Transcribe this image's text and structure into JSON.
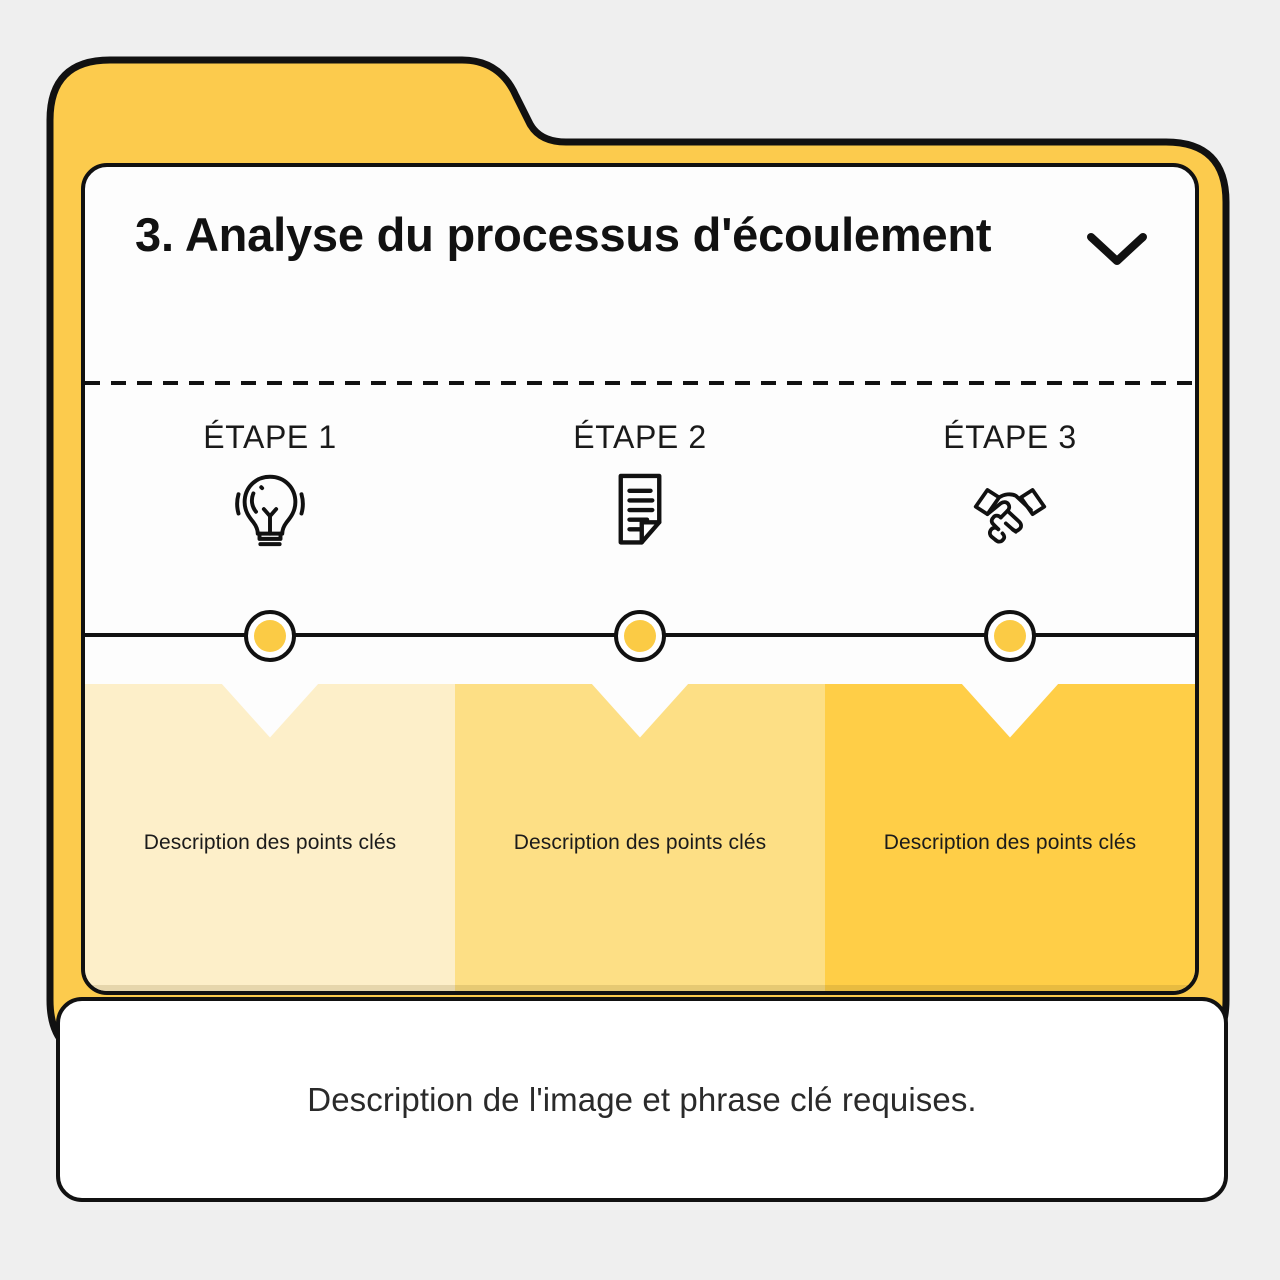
{
  "folder": {
    "accent_color": "#FCCB4D",
    "border_color": "#111111",
    "background_color": "#EFEFEF"
  },
  "header": {
    "title": "3. Analyse du processus d'écoulement",
    "expand_icon": "chevron-down-icon"
  },
  "steps": [
    {
      "label": "ÉTAPE 1",
      "icon": "lightbulb-icon",
      "marker_color": "#FBCB45",
      "panel_color": "#FDEFC9",
      "description": "Description des points clés"
    },
    {
      "label": "ÉTAPE 2",
      "icon": "document-icon",
      "marker_color": "#FBCB45",
      "panel_color": "#FDDF85",
      "description": "Description des points clés"
    },
    {
      "label": "ÉTAPE 3",
      "icon": "handshake-icon",
      "marker_color": "#FBCB45",
      "panel_color": "#FFCE47",
      "description": "Description des points clés"
    }
  ],
  "caption": {
    "text": "Description de l'image et phrase clé requises."
  }
}
